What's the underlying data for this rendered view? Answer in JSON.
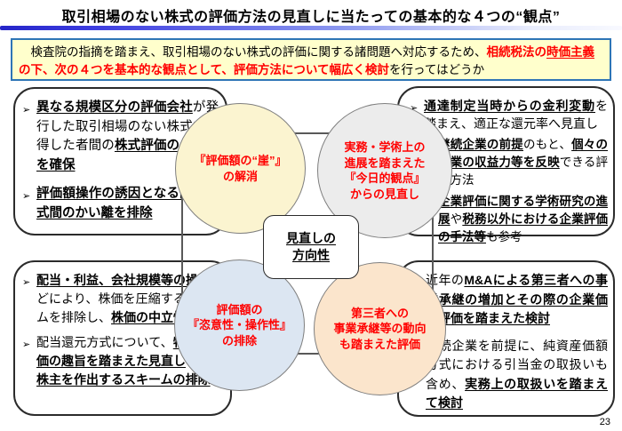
{
  "slide": {
    "title": "取引相場のない株式の評価方法の見直しに当たっての基本的な４つの“観点”",
    "page_number": "23"
  },
  "icons": {
    "bullet": "➢"
  },
  "colors": {
    "accent_red": "#FF0000",
    "lead_bg": "#FFFFCC",
    "lead_border": "#2E75B6",
    "connector_gray": "#595959",
    "rule_blue": "#2525C8"
  },
  "lead_box": {
    "segments": [
      {
        "t": "　検査院の指摘を踏まえ、取引相場のない株式の評価に関する諸問題へ対応するため、"
      },
      {
        "t": "相続税法の",
        "b": true,
        "red": true
      },
      {
        "t": "時価主義",
        "b": true,
        "u": true,
        "red": true
      },
      {
        "t": "の下、次の４つを基本的な観点として、評価方法について幅広く検討",
        "b": true,
        "red": true
      },
      {
        "t": "を行ってはどうか"
      }
    ]
  },
  "boxes": {
    "top_left": {
      "bullets": [
        {
          "level": 0,
          "segments": [
            {
              "t": "異なる規模区分の評価会社",
              "b": true,
              "u": true
            },
            {
              "t": "が発行した取引相場のない株式を取得した者間の"
            },
            {
              "t": "株式評価の公平性を確保",
              "b": true,
              "u": true
            }
          ]
        },
        {
          "level": 0,
          "segments": [
            {
              "t": "評価額操作の誘因となる評価方式間のかい離を排除",
              "b": true,
              "u": true
            }
          ]
        }
      ]
    },
    "top_right": {
      "bullets": [
        {
          "level": 0,
          "segments": [
            {
              "t": "通達制定当時からの金利変動",
              "b": true,
              "u": true
            },
            {
              "t": "を踏まえ、適正な還元率へ見直し"
            }
          ]
        },
        {
          "level": 1,
          "segments": [
            {
              "t": "継続企業の前提",
              "b": true,
              "u": true
            },
            {
              "t": "のもと、"
            },
            {
              "t": "個々の企業の収益力等を反映",
              "b": true,
              "u": true
            },
            {
              "t": "できる評価方法"
            }
          ]
        },
        {
          "level": 1,
          "segments": [
            {
              "t": "企業評価に関する学術研究の進展",
              "b": true,
              "u": true
            },
            {
              "t": "や"
            },
            {
              "t": "税務以外における企業評価の手法等",
              "b": true,
              "u": true
            },
            {
              "t": "も参考"
            }
          ]
        }
      ]
    },
    "bottom_left": {
      "bullets": [
        {
          "level": 0,
          "segments": [
            {
              "t": "配当・利益、会社規模等の操作",
              "b": true,
              "u": true
            },
            {
              "t": "などにより、株価を圧縮するスキームを排除し、"
            },
            {
              "t": "株価の中立性を確保",
              "b": true,
              "u": true
            }
          ]
        },
        {
          "level": 0,
          "segments": [
            {
              "t": "配当還元方式について、"
            },
            {
              "t": "特例的評価の趣旨を踏まえた見直し",
              "b": true,
              "u": true
            },
            {
              "t": "と"
            },
            {
              "t": "適用株主を作出するスキームの排除",
              "b": true,
              "u": true
            }
          ]
        }
      ]
    },
    "bottom_right": {
      "bullets": [
        {
          "level": 0,
          "segments": [
            {
              "t": "近年の"
            },
            {
              "t": "M&Aによる第三者への事業承継の増加とその際の企業価値評価を踏まえた検討",
              "b": true,
              "u": true
            }
          ]
        },
        {
          "level": 0,
          "segments": [
            {
              "t": "継続企業を前提に、純資産価額方式における引当金の取扱いも含め、"
            },
            {
              "t": "実務上の取扱いを踏まえて検討",
              "b": true,
              "u": true
            }
          ]
        }
      ]
    }
  },
  "circles": {
    "top_left": {
      "fill": "#FBF4D0",
      "lines": [
        "『評価額の“崖”』",
        "の解消"
      ]
    },
    "top_right": {
      "fill": "#ECECEC",
      "lines": [
        "実務・学術上の",
        "進展を踏まえた",
        "『今日的観点』",
        "からの見直し"
      ]
    },
    "bottom_left": {
      "fill": "#DCE6F2",
      "lines": [
        "評価額の",
        "『恣意性・操作性』",
        "の排除"
      ]
    },
    "bottom_right": {
      "fill": "#FBE5CC",
      "lines": [
        "第三者への",
        "事業承継等の動向",
        "も踏まえた評価"
      ]
    }
  },
  "center_box": {
    "lines": [
      "見直しの",
      "方向性"
    ]
  }
}
